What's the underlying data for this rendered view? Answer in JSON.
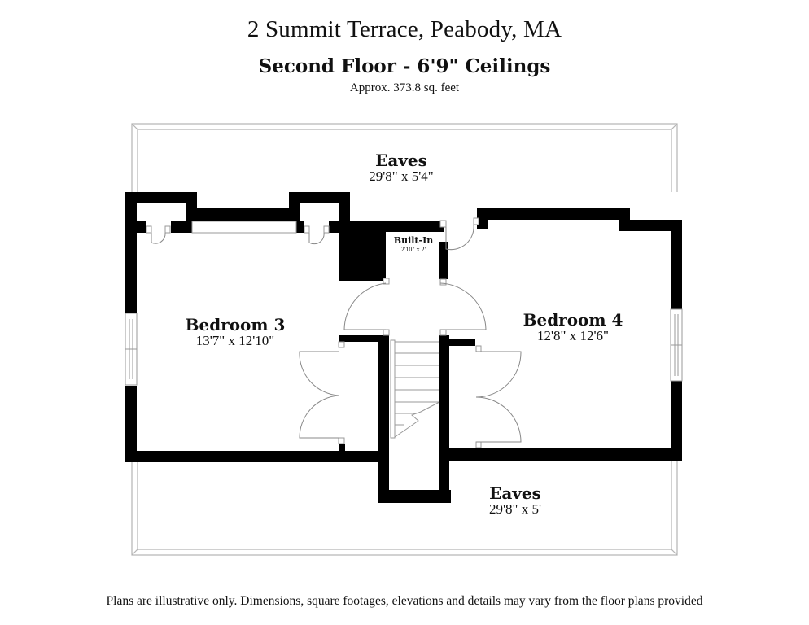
{
  "header": {
    "address": "2 Summit Terrace, Peabody, MA",
    "floor_title": "Second Floor - 6'9\" Ceilings",
    "approx_area": "Approx. 373.8 sq. feet"
  },
  "rooms": {
    "eaves_top": {
      "name": "Eaves",
      "dimensions": "29'8\" x 5'4\""
    },
    "bedroom_3": {
      "name": "Bedroom 3",
      "dimensions": "13'7\" x 12'10\""
    },
    "built_in": {
      "name": "Built-In",
      "dimensions": "2'10\" x 2'"
    },
    "bedroom_4": {
      "name": "Bedroom 4",
      "dimensions": "12'8\" x 12'6\""
    },
    "eaves_bottom": {
      "name": "Eaves",
      "dimensions": "29'8\" x 5'"
    }
  },
  "footer": {
    "disclaimer": "Plans are illustrative only. Dimensions, square footages, elevations and details may vary from the floor plans provided"
  },
  "colors": {
    "wall": "#000000",
    "outline": "#b5b5b5",
    "background": "#ffffff"
  }
}
